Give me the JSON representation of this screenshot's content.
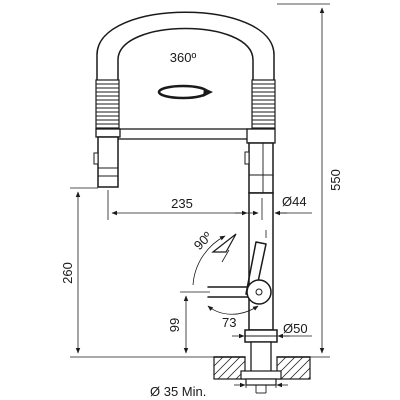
{
  "dimensions": {
    "rotation": "360º",
    "total_height": "550",
    "reach": "235",
    "body_diameter": "Ø44",
    "swivel_angle": "90º",
    "spout_height": "260",
    "lever_height": "99",
    "lever_length": "73",
    "base_diameter": "Ø50",
    "hole_diameter": "Ø 35 Min."
  }
}
